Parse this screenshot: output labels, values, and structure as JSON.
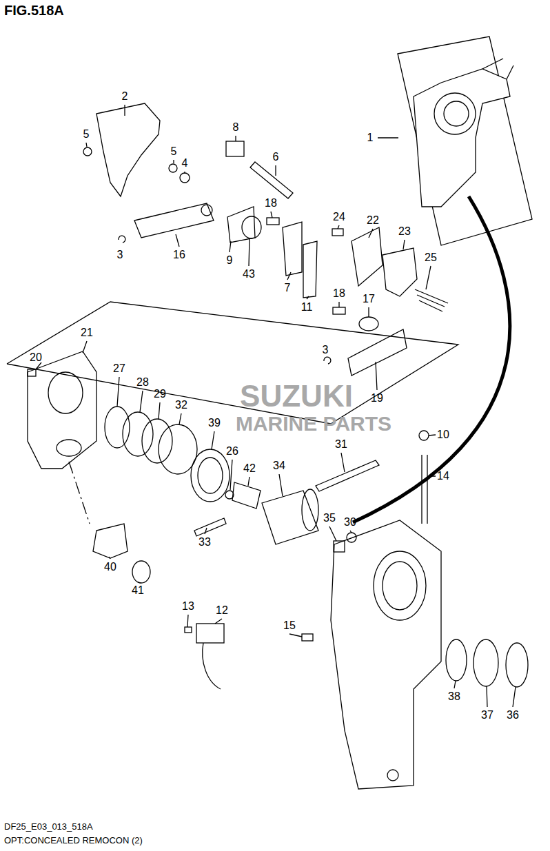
{
  "diagram": {
    "title": "FIG.518A",
    "caption": "OPT:CONCEALED REMOCON (2)",
    "labels": [
      "1",
      "2",
      "5",
      "5",
      "4",
      "8",
      "6",
      "3",
      "16",
      "9",
      "43",
      "18",
      "7",
      "11",
      "24",
      "22",
      "23",
      "25",
      "18",
      "17",
      "3",
      "19",
      "21",
      "20",
      "27",
      "28",
      "29",
      "32",
      "39",
      "31",
      "10",
      "14",
      "26",
      "42",
      "34",
      "33",
      "35",
      "30",
      "40",
      "41",
      "13",
      "12",
      "15",
      "38",
      "37",
      "36",
      "SUZUKI",
      "MARINE PARTS",
      "DF25_E03_013_518A"
    ]
  }
}
